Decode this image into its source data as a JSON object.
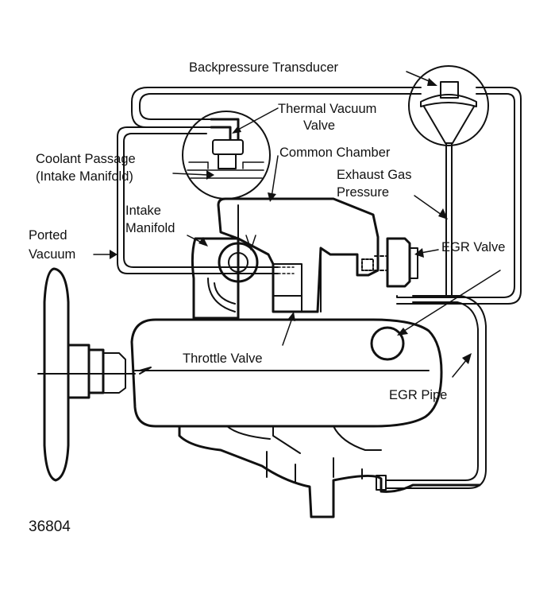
{
  "labels": {
    "backpressure_transducer": "Backpressure Transducer",
    "thermal_vacuum_valve_1": "Thermal Vacuum",
    "thermal_vacuum_valve_2": "Valve",
    "coolant_passage_1": "Coolant Passage",
    "coolant_passage_2": "(Intake Manifold)",
    "common_chamber": "Common Chamber",
    "exhaust_gas_pressure_1": "Exhaust Gas",
    "exhaust_gas_pressure_2": "Pressure",
    "intake_manifold_1": "Intake",
    "intake_manifold_2": "Manifold",
    "ported_vacuum_1": "Ported",
    "ported_vacuum_2": "Vacuum",
    "egr_valve": "EGR Valve",
    "throttle_valve": "Throttle Valve",
    "egr_pipe": "EGR Pipe",
    "figure_number": "36804"
  }
}
